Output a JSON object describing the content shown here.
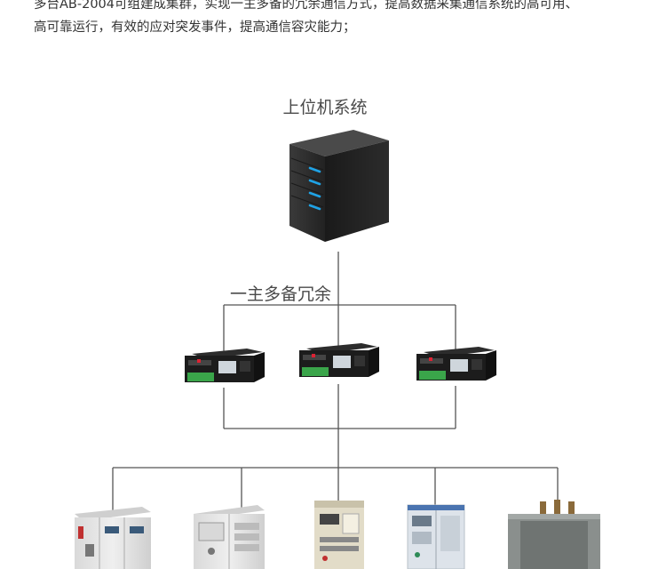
{
  "intro": {
    "line1": "多台AB-2004可组建成集群，实现一主多备的冗余通信方式，提高数据采集通信系统的高可用、",
    "line2": "高可靠运行，有效的应对突发事件，提高通信容灾能力；"
  },
  "diagram": {
    "host_label": "上位机系统",
    "redundancy_label": "一主多备冗余",
    "gateway_count": 3,
    "field_device_count": 5
  },
  "colors": {
    "line": "#555555",
    "server_body": "#2b2b2b",
    "led": "#1fa3e6",
    "gateway_body": "#1c1c1c",
    "terminal_green": "#3aa54a",
    "cabinet": "#e4e4e4",
    "transformer": "#8a8f8d"
  }
}
